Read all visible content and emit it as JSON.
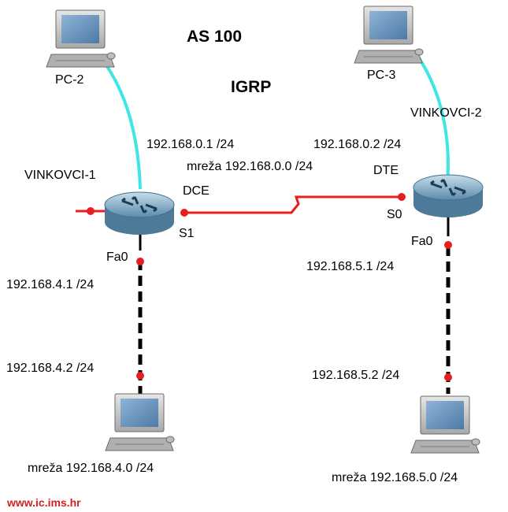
{
  "title": {
    "as": "AS 100",
    "protocol": "IGRP"
  },
  "devices": {
    "pc_top_left": "PC-2",
    "pc_top_right": "PC-3",
    "router_left": "VINKOVCI-1",
    "router_right": "VINKOVCI-2"
  },
  "interfaces": {
    "left_serial_role": "DCE",
    "left_serial_port": "S1",
    "right_serial_role": "DTE",
    "right_serial_port": "S0",
    "left_lan_port": "Fa0",
    "right_lan_port": "Fa0"
  },
  "addresses": {
    "left_serial_ip": "192.168.0.1 /24",
    "right_serial_ip": "192.168.0.2 /24",
    "wan_network": "mreža  192.168.0.0 /24",
    "left_router_lan_ip": "192.168.4.1 /24",
    "left_pc_ip": "192.168.4.2 /24",
    "left_lan_network": "mreža  192.168.4.0 /24",
    "right_router_lan_ip": "192.168.5.1 /24",
    "right_pc_ip": "192.168.5.2 /24",
    "right_lan_network": "mreža  192.168.5.0 /24"
  },
  "footer": {
    "url": "www.ic.ims.hr"
  },
  "colors": {
    "serial_link": "#e81e1e",
    "console_cable": "#3ee6e6",
    "ethernet_link": "#000000",
    "port_dot": "#e81e1e",
    "url_text": "#d32222",
    "router_body": "#7fa9c4"
  }
}
